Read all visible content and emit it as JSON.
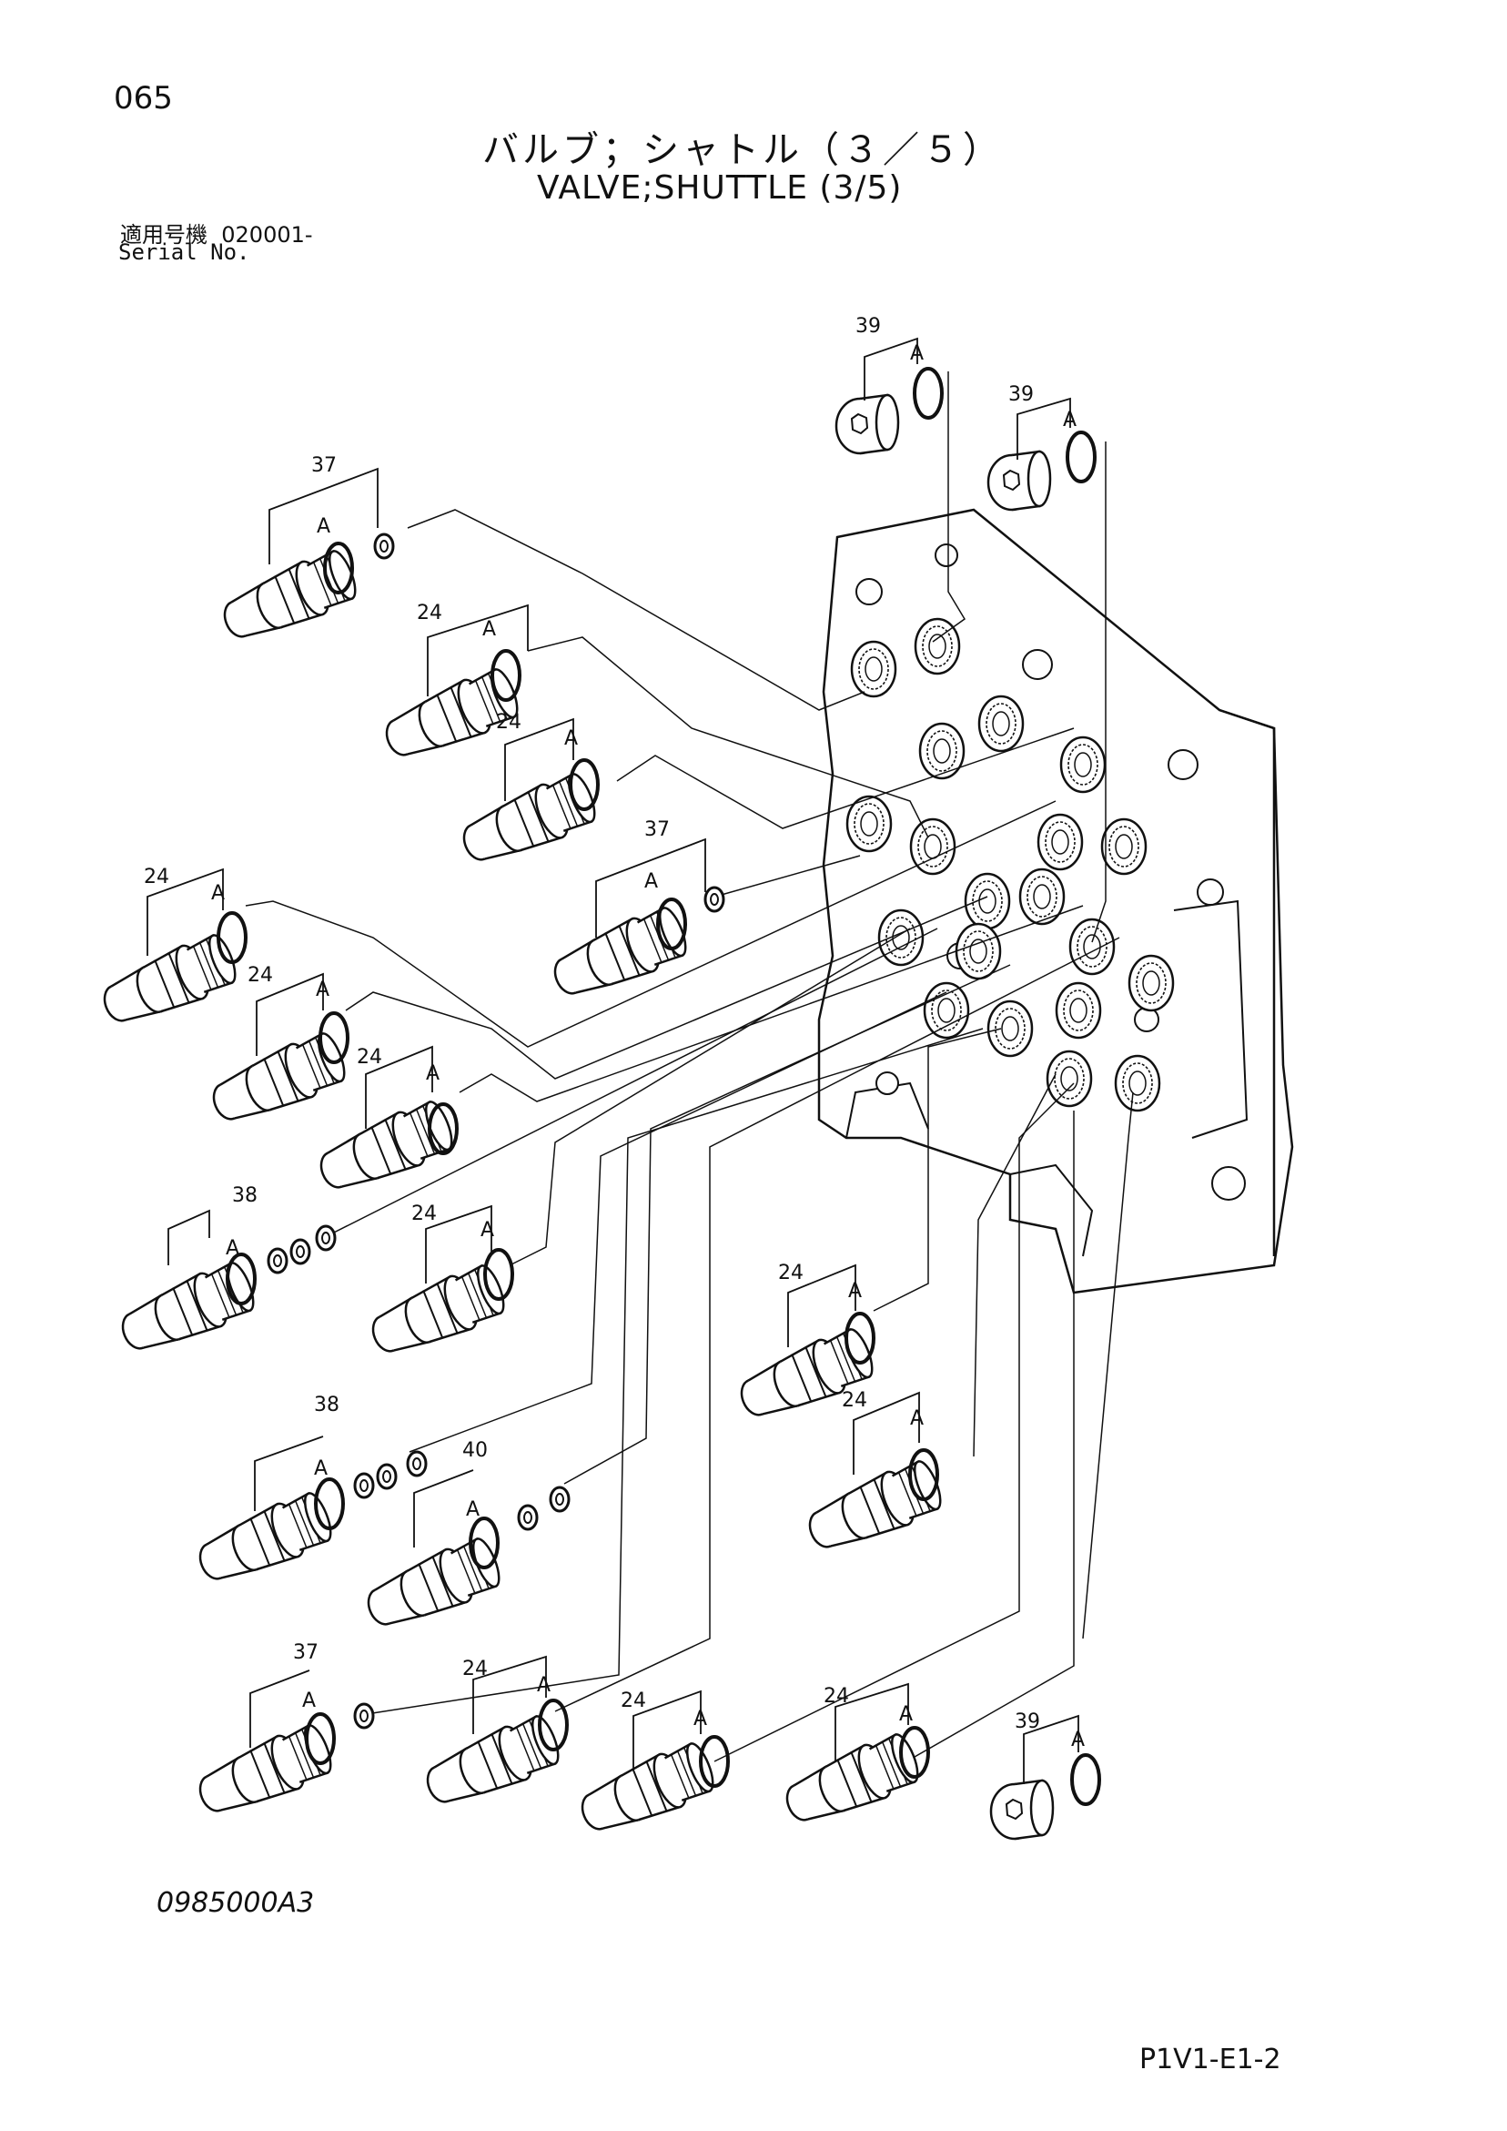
{
  "header": {
    "page_number": "065",
    "title_jp": "バルブ；シャトル（３／５）",
    "title_en": "VALVE;SHUTTLE (3/5)",
    "serial_label_jp": "適用号機",
    "serial_value": "020001-",
    "serial_label_en": "Serial No."
  },
  "footer": {
    "drawing_number": "0985000A3",
    "page_reference": "P1V1-E1-2"
  },
  "callouts": [
    {
      "part": "39",
      "sub": "A"
    },
    {
      "part": "39",
      "sub": "A"
    },
    {
      "part": "37",
      "sub": "A"
    },
    {
      "part": "24",
      "sub": "A"
    },
    {
      "part": "24",
      "sub": "A"
    },
    {
      "part": "37",
      "sub": "A"
    },
    {
      "part": "24",
      "sub": "A"
    },
    {
      "part": "24",
      "sub": "A"
    },
    {
      "part": "24",
      "sub": "A"
    },
    {
      "part": "38",
      "sub": "A"
    },
    {
      "part": "24",
      "sub": "A"
    },
    {
      "part": "24",
      "sub": "A"
    },
    {
      "part": "24",
      "sub": "A"
    },
    {
      "part": "38",
      "sub": "A"
    },
    {
      "part": "40",
      "sub": "A"
    },
    {
      "part": "37",
      "sub": "A"
    },
    {
      "part": "24",
      "sub": "A"
    },
    {
      "part": "24",
      "sub": "A"
    },
    {
      "part": "24",
      "sub": "A"
    },
    {
      "part": "39",
      "sub": "A"
    }
  ]
}
